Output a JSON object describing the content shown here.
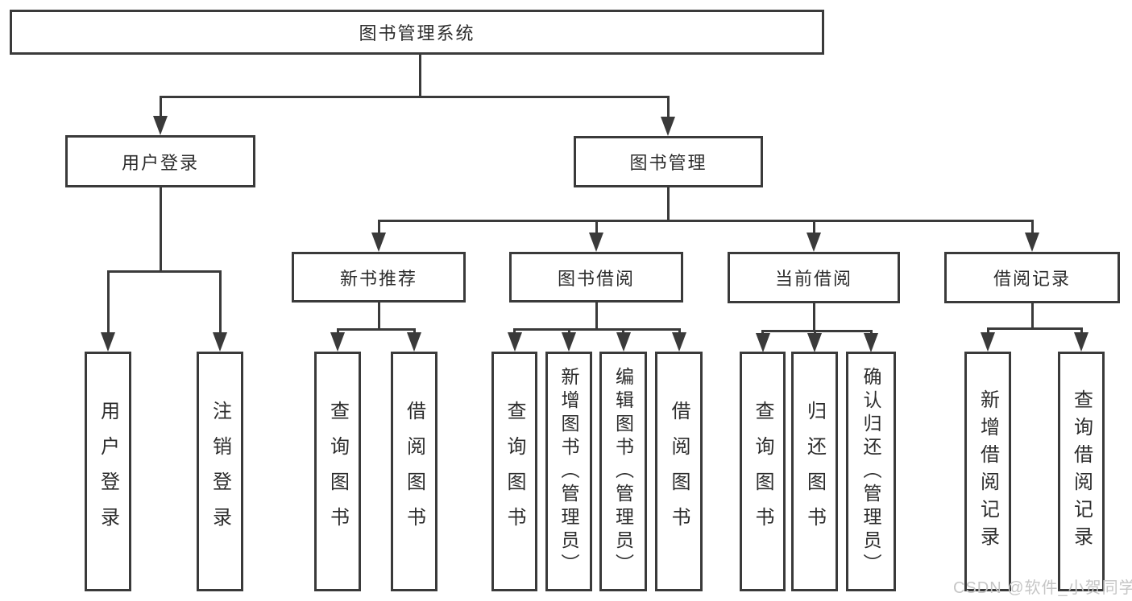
{
  "diagram": {
    "root": {
      "label": "图书管理系统"
    },
    "level2": [
      {
        "label": "用户登录"
      },
      {
        "label": "图书管理"
      }
    ],
    "level3": [
      {
        "label": "新书推荐"
      },
      {
        "label": "图书借阅"
      },
      {
        "label": "当前借阅"
      },
      {
        "label": "借阅记录"
      }
    ],
    "leaves": {
      "user_login": [
        "用户登录",
        "注销登录"
      ],
      "new_books": [
        "查询图书",
        "借阅图书"
      ],
      "book_borrow": [
        "查询图书",
        "新增图书（管理员）",
        "编辑图书（管理员）",
        "借阅图书"
      ],
      "current_borrow": [
        "查询图书",
        "归还图书",
        "确认归还（管理员）"
      ],
      "borrow_records": [
        "新增借阅记录",
        "查询借阅记录"
      ]
    },
    "colors": {
      "line": "#3a3a3a",
      "background": "#ffffff",
      "text": "#2c2c2c"
    }
  },
  "watermark": {
    "text": "CSDN @软件_小贺同学",
    "color": "#c6c6c6"
  }
}
